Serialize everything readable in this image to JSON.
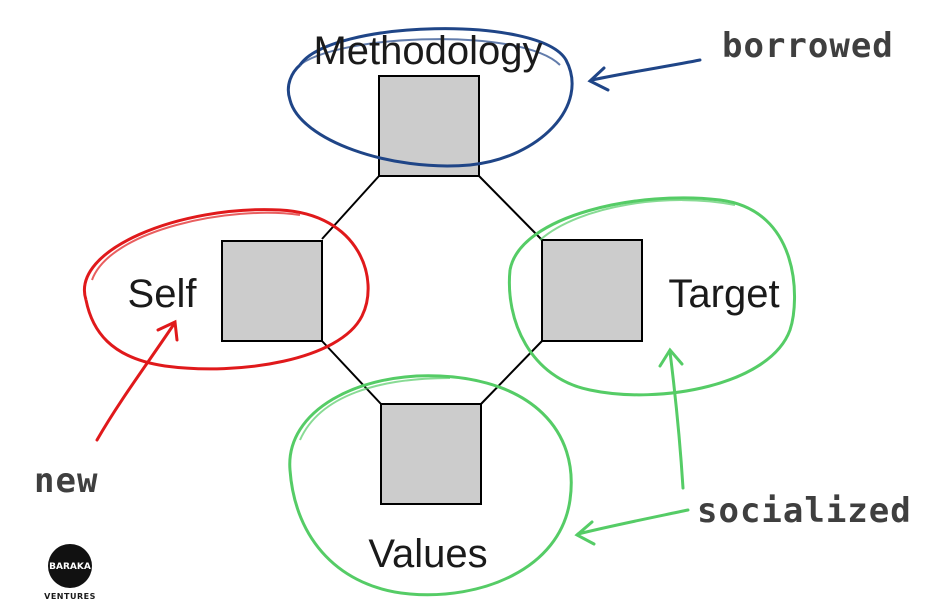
{
  "nodes": {
    "methodology": {
      "label": "Methodology",
      "color": "#1f4587"
    },
    "self": {
      "label": "Self",
      "color": "#e0191b"
    },
    "target": {
      "label": "Target",
      "color": "#55cc66"
    },
    "values": {
      "label": "Values",
      "color": "#55cc66"
    }
  },
  "annotations": {
    "borrowed": {
      "text": "borrowed",
      "color": "#1f4587"
    },
    "new": {
      "text": "new",
      "color": "#e0191b"
    },
    "socialized": {
      "text": "socialized",
      "color": "#55cc66"
    }
  },
  "colors": {
    "square_fill": "#cccccc",
    "square_stroke": "#000000",
    "connector": "#000000",
    "annotation_text": "#3f3f3f"
  },
  "logo": {
    "name": "BARAKA",
    "sub": "VENTURES"
  }
}
